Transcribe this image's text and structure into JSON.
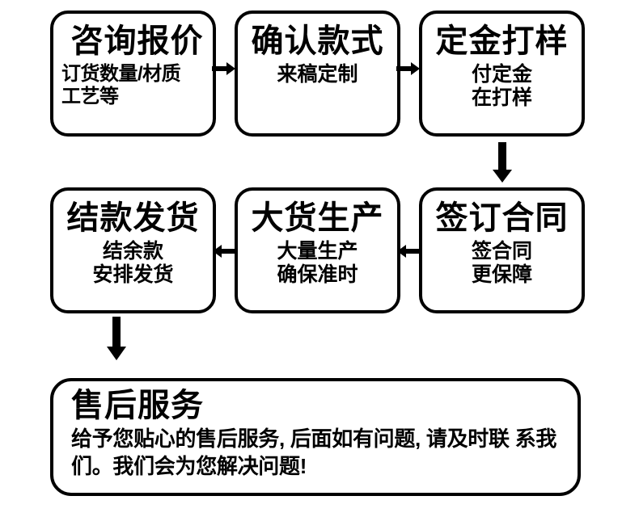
{
  "diagram": {
    "type": "process-flow",
    "orientation": "serpentine",
    "background_color": "#ffffff",
    "stroke_color": "#000000",
    "nodes": [
      {
        "id": "node-1",
        "order": 1,
        "title": "咨询报价",
        "sub_lines": [
          "订货数量/材质",
          "工艺等"
        ],
        "sub": "订货数量/材质 工艺等"
      },
      {
        "id": "node-2",
        "order": 2,
        "title": "确认款式",
        "sub_lines": [
          "来稿定制"
        ],
        "sub": "来稿定制"
      },
      {
        "id": "node-3",
        "order": 3,
        "title": "定金打样",
        "sub_lines": [
          "付定金",
          "在打样"
        ],
        "sub": "付定金 在打样"
      },
      {
        "id": "node-4",
        "order": 4,
        "title": "签订合同",
        "sub_lines": [
          "签合同",
          "更保障"
        ],
        "sub": "签合同 更保障"
      },
      {
        "id": "node-5",
        "order": 5,
        "title": "大货生产",
        "sub_lines": [
          "大量生产",
          "确保准时"
        ],
        "sub": "大量生产 确保准时"
      },
      {
        "id": "node-6",
        "order": 6,
        "title": "结款发货",
        "sub_lines": [
          "结余款",
          "安排发货"
        ],
        "sub": "结余款 安排发货"
      },
      {
        "id": "node-7",
        "order": 7,
        "title": "售后服务",
        "sub_lines": [
          "给予您贴心的售后服务, 后面如有问题, 请及时联",
          "系我们。我们会为您解决问题!"
        ],
        "sub": "给予您贴心的售后服务, 后面如有问题, 请及时联系我们。我们会为您解决问题!"
      }
    ],
    "arrows": [
      {
        "id": "arrow-h1",
        "from": "node-1",
        "to": "node-2",
        "direction": "right"
      },
      {
        "id": "arrow-h2",
        "from": "node-2",
        "to": "node-3",
        "direction": "right"
      },
      {
        "id": "arrow-v1",
        "from": "node-3",
        "to": "node-4",
        "direction": "down"
      },
      {
        "id": "arrow-h3",
        "from": "node-4",
        "to": "node-5",
        "direction": "left"
      },
      {
        "id": "arrow-h4",
        "from": "node-5",
        "to": "node-6",
        "direction": "left"
      },
      {
        "id": "arrow-v2",
        "from": "node-6",
        "to": "node-7",
        "direction": "down"
      }
    ]
  }
}
